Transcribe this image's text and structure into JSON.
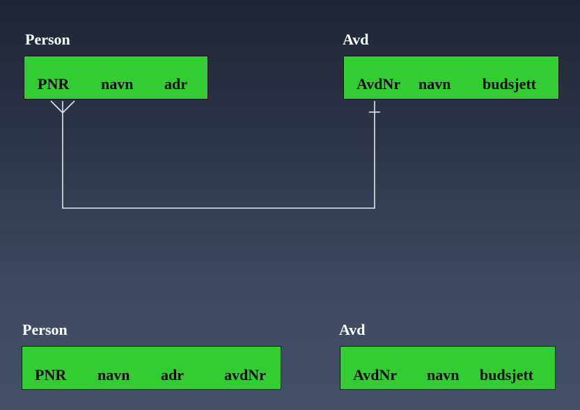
{
  "top_diagram": {
    "person": {
      "label": "Person",
      "attributes": [
        "PNR",
        "navn",
        "adr"
      ]
    },
    "avd": {
      "label": "Avd",
      "attributes": [
        "AvdNr",
        "navn",
        "budsjett"
      ]
    },
    "relationship": {
      "from": "Person",
      "to": "Avd",
      "from_cardinality": "many",
      "to_cardinality": "one"
    }
  },
  "bottom_diagram": {
    "person": {
      "label": "Person",
      "attributes": [
        "PNR",
        "navn",
        "adr",
        "avdNr"
      ]
    },
    "avd": {
      "label": "Avd",
      "attributes": [
        "AvdNr",
        "navn",
        "budsjett"
      ]
    }
  },
  "colors": {
    "entity_fill": "#33cc33",
    "connector": "#e6e6e6",
    "background_top": "#1e2533",
    "background_bottom": "#435069"
  }
}
